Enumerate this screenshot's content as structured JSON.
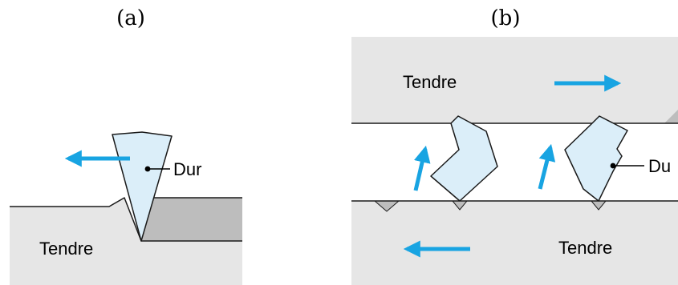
{
  "panel_a": {
    "label": "(a)",
    "soft_label": "Tendre",
    "hard_label": "Dur"
  },
  "panel_b": {
    "label": "(b)",
    "soft_top_label": "Tendre",
    "soft_bottom_label": "Tendre",
    "hard_label": "Du"
  },
  "colors": {
    "soft_material": "#e6e6e6",
    "hard_particle": "#dbeef9",
    "groove_shadow": "#bdbdbd",
    "arrow": "#18a4e2",
    "outline": "#1a1a1a"
  },
  "icons": {
    "motion_arrow": "arrow",
    "particle_marker": "dot"
  }
}
